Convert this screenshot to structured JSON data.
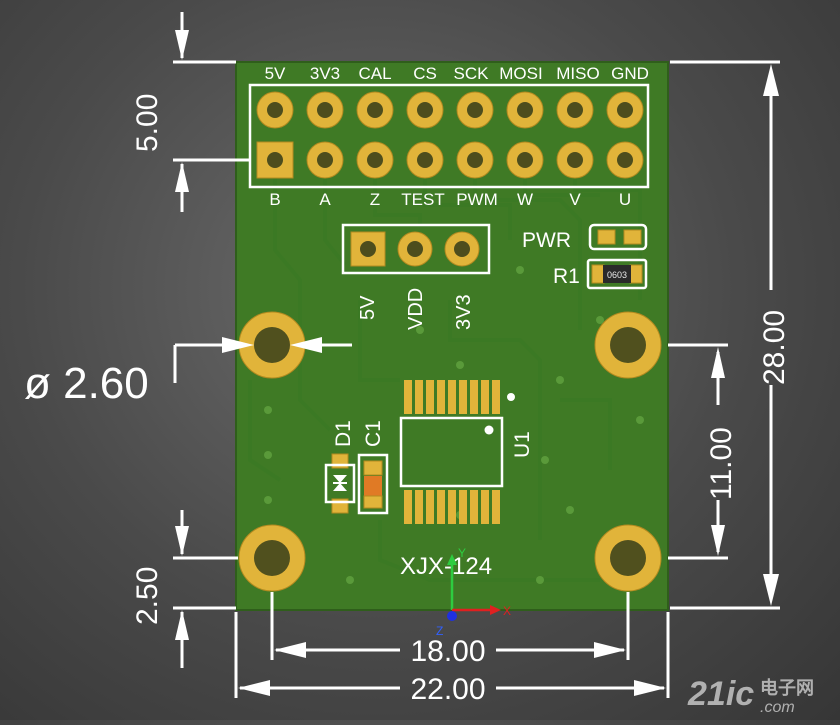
{
  "header_top": [
    "5V",
    "3V3",
    "CAL",
    "CS",
    "SCK",
    "MOSI",
    "MISO",
    "GND"
  ],
  "header_bottom": [
    "B",
    "A",
    "Z",
    "TEST",
    "PWM",
    "W",
    "V",
    "U"
  ],
  "power_header": [
    "5V",
    "VDD",
    "3V3"
  ],
  "components": {
    "pwr": "PWR",
    "r1": "R1",
    "r1_value": "0603",
    "d1": "D1",
    "c1": "C1",
    "u1": "U1"
  },
  "board_name": "XJX-124",
  "axes": {
    "y": "Y",
    "x": "X",
    "z": "Z"
  },
  "dimensions": {
    "height": "28.00",
    "width": "22.00",
    "hole_spacing_x": "18.00",
    "hole_spacing_y": "11.00",
    "header_offset": "5.00",
    "hole_offset": "2.50",
    "hole_diameter": "ø 2.60"
  },
  "watermark": {
    "brand": "21ic",
    "domain": ".com",
    "cn": "电子网"
  },
  "colors": {
    "board": "#3f7a25",
    "pad": "#e1b43a",
    "silkscreen": "#ffffff",
    "background": "#4a4a4a"
  }
}
